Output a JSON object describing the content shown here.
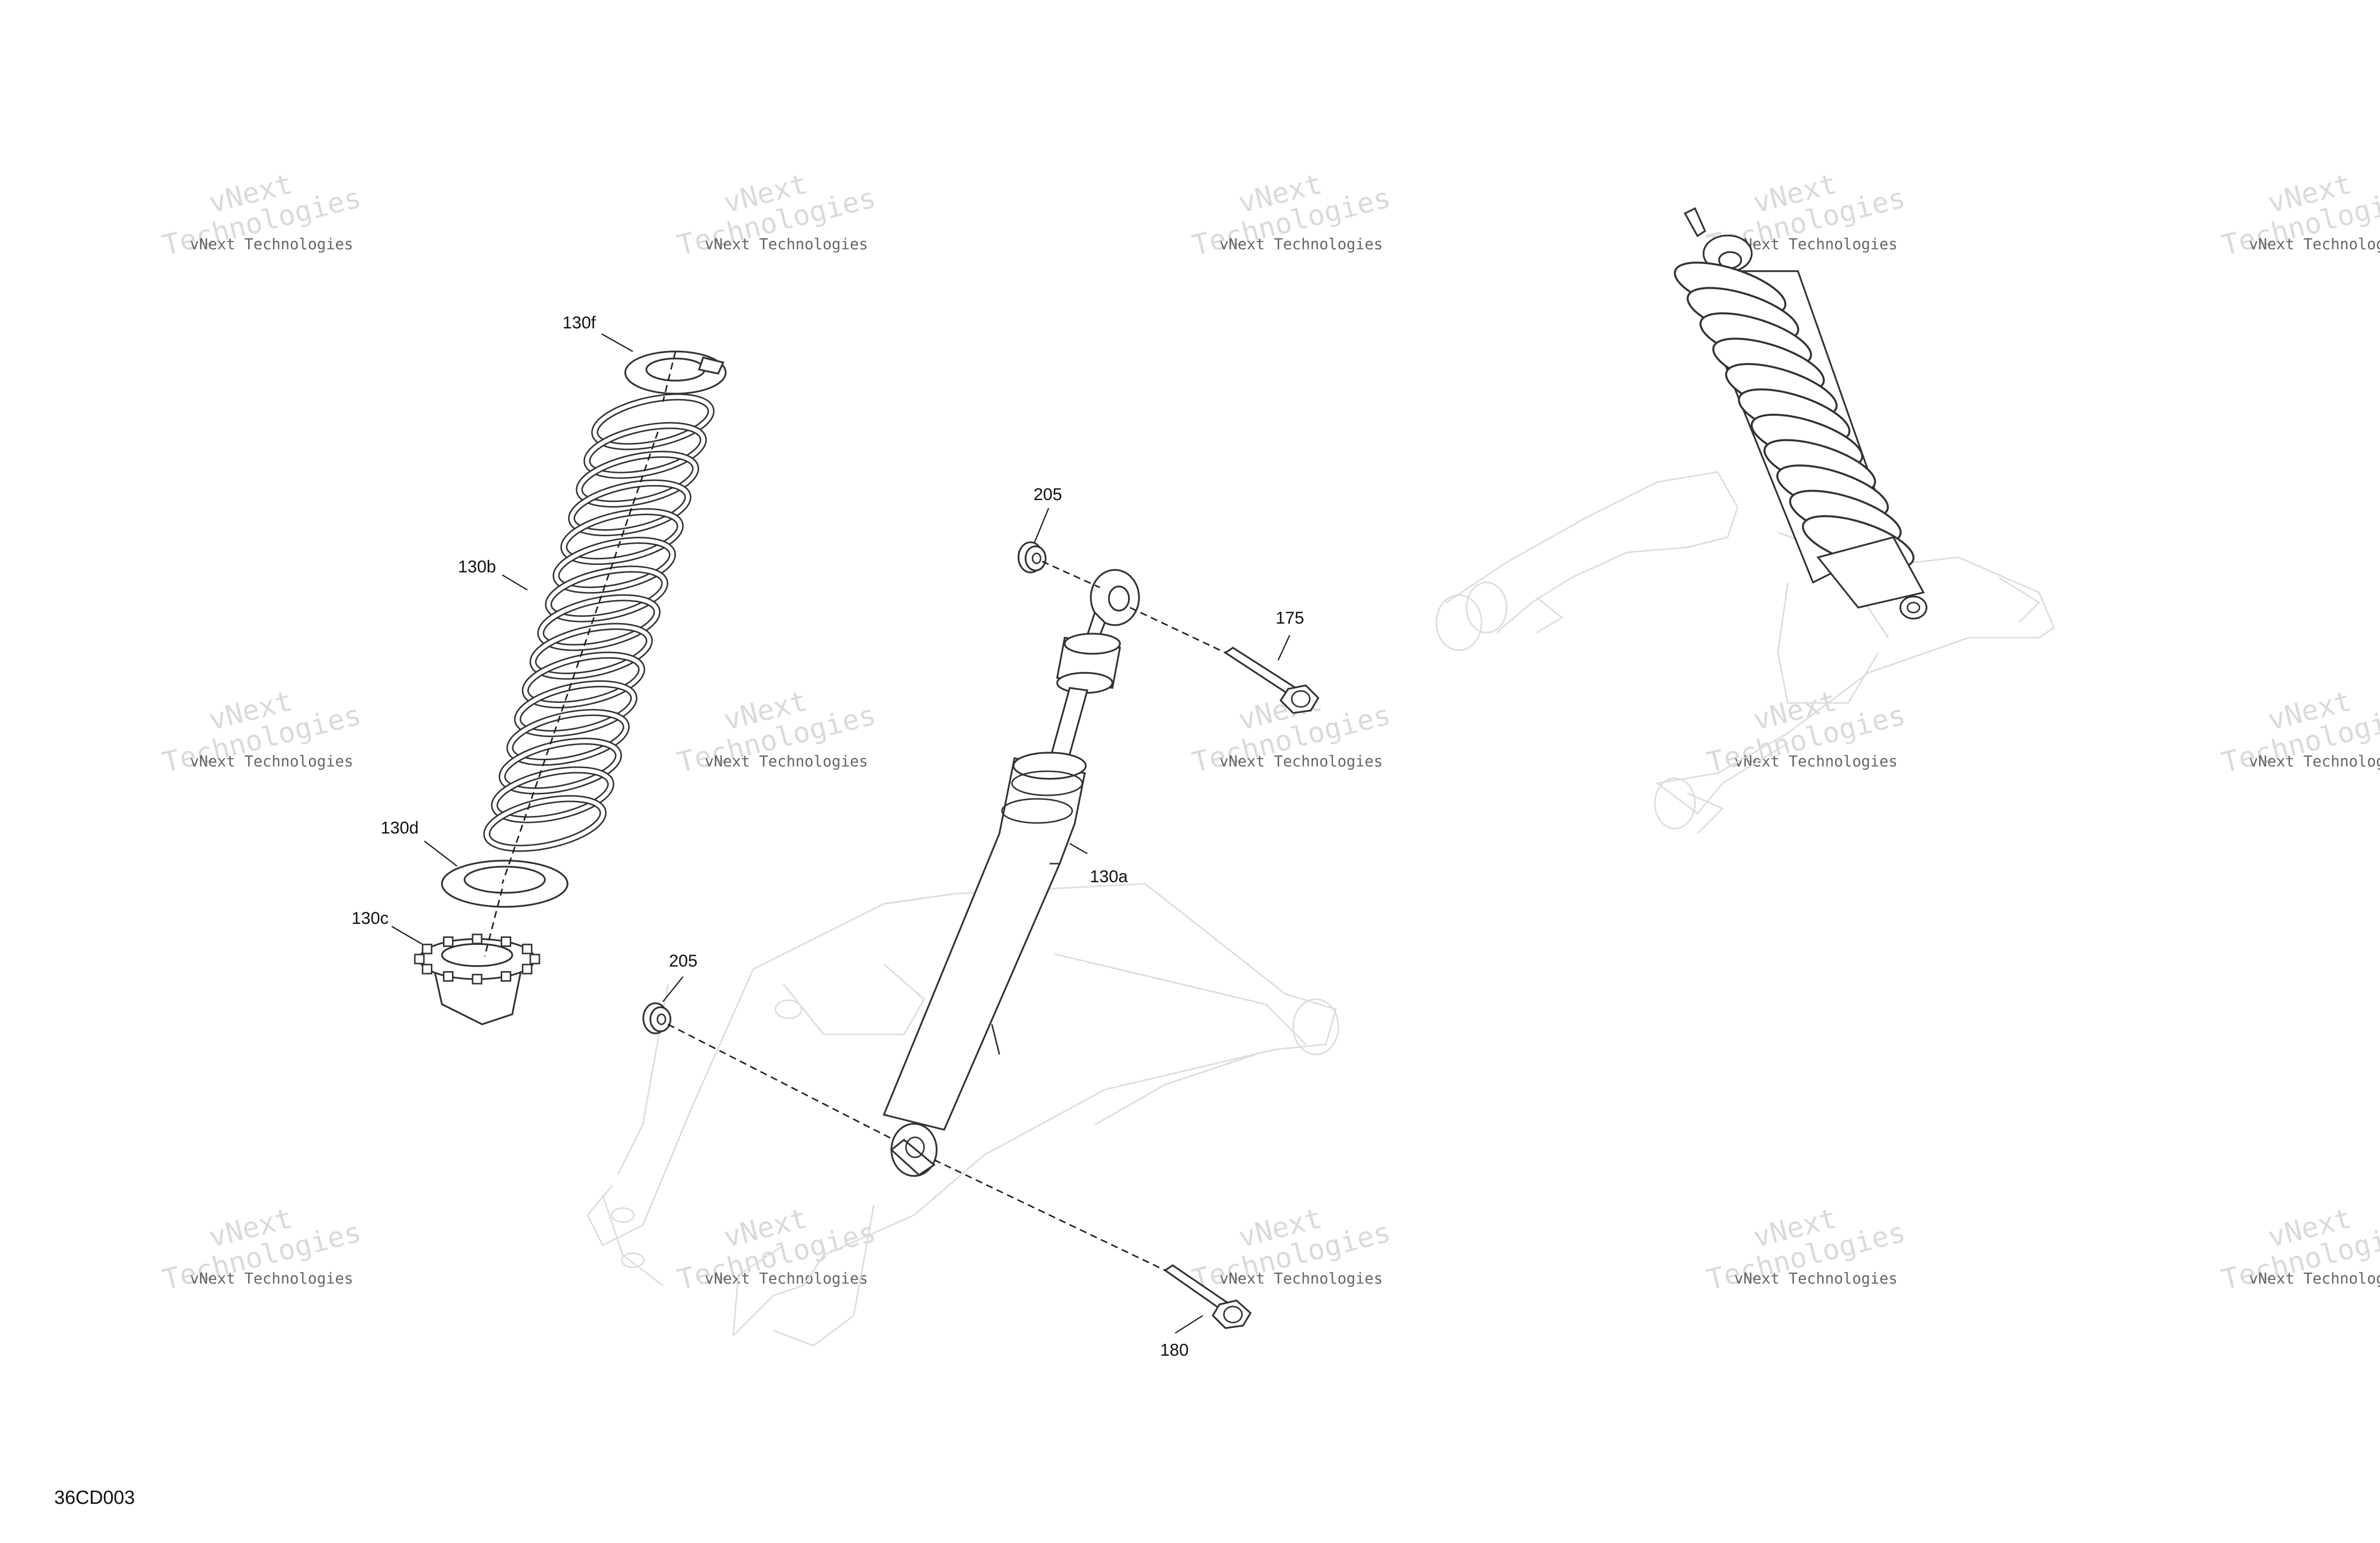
{
  "diagram": {
    "code": "36CD003",
    "watermark_line1": "vNext",
    "watermark_line2": "Technologies",
    "callouts": {
      "c130f": "130f",
      "c130b": "130b",
      "c130d": "130d",
      "c130c": "130c",
      "c205_top": "205",
      "c175": "175",
      "c130a": "130a",
      "c205_bottom": "205",
      "c180": "180"
    }
  }
}
